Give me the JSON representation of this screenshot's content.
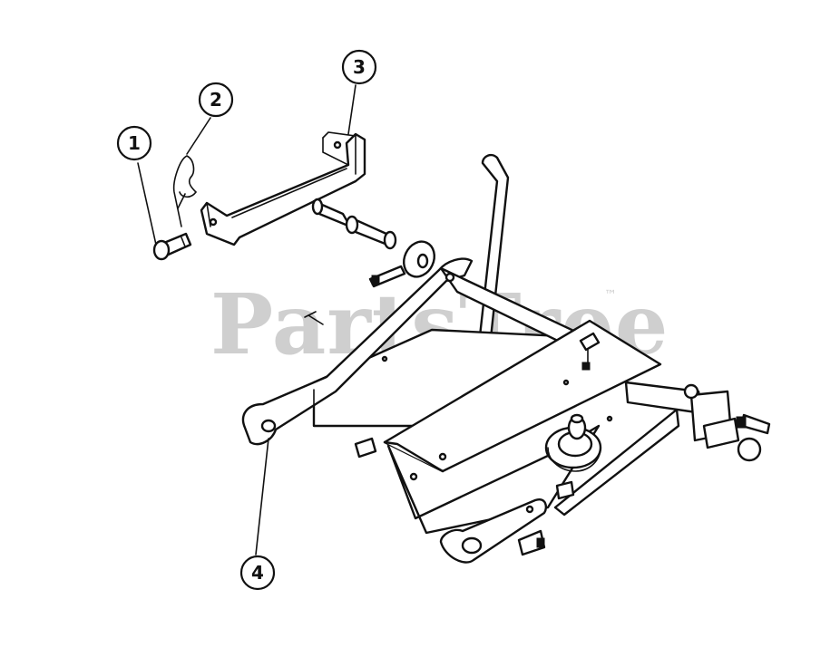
{
  "watermark": {
    "brand": "PartsTree",
    "trademark": "™"
  },
  "callouts": [
    {
      "id": "callout-1",
      "number": "1"
    },
    {
      "id": "callout-2",
      "number": "2"
    },
    {
      "id": "callout-3",
      "number": "3"
    },
    {
      "id": "callout-4",
      "number": "4"
    }
  ],
  "colors": {
    "line": "#111111",
    "watermark": "#cfcfcf",
    "background": "#ffffff"
  }
}
